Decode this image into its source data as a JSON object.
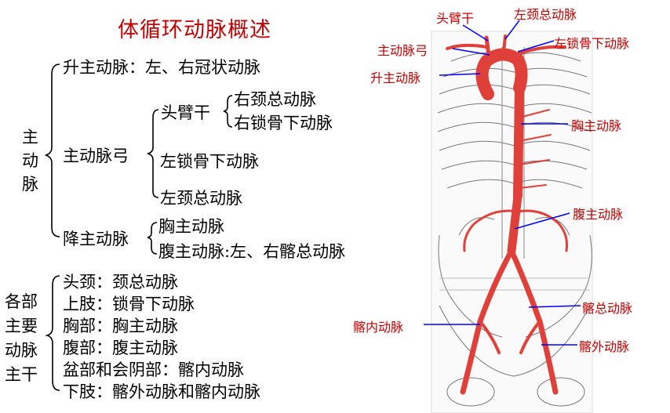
{
  "title": "体循环动脉概述",
  "aorta": {
    "heading": "主动脉",
    "ascending": "升主动脉：左、右冠状动脉",
    "arch": {
      "label": "主动脉弓",
      "brachiocephalic": "头臂干",
      "bc_branches": [
        "右颈总动脉",
        "右锁骨下动脉"
      ],
      "left_subclavian": "左锁骨下动脉",
      "left_common_carotid": "左颈总动脉"
    },
    "descending": {
      "label": "降主动脉",
      "thoracic": "胸主动脉",
      "abdominal": "腹主动脉:左、右髂总动脉"
    }
  },
  "trunks": {
    "heading": "各部主要动脉主干",
    "items": [
      "头颈：颈总动脉",
      "上肢：锁骨下动脉",
      "胸部：胸主动脉",
      "腹部：腹主动脉",
      "盆部和会阴部：髂内动脉",
      "下肢：髂外动脉和髂内动脉"
    ]
  },
  "figure_labels": {
    "brachiocephalic": "头臂干",
    "left_common_carotid": "左颈总动脉",
    "aortic_arch": "主动脉弓",
    "left_subclavian": "左锁骨下动脉",
    "ascending": "升主动脉",
    "thoracic": "胸主动脉",
    "abdominal": "腹主动脉",
    "common_iliac": "髂总动脉",
    "internal_iliac": "髂内动脉",
    "external_iliac": "髂外动脉"
  },
  "colors": {
    "title": "#c00000",
    "label": "#c00000",
    "leader": "#0000ff",
    "artery": "#e0403a"
  }
}
